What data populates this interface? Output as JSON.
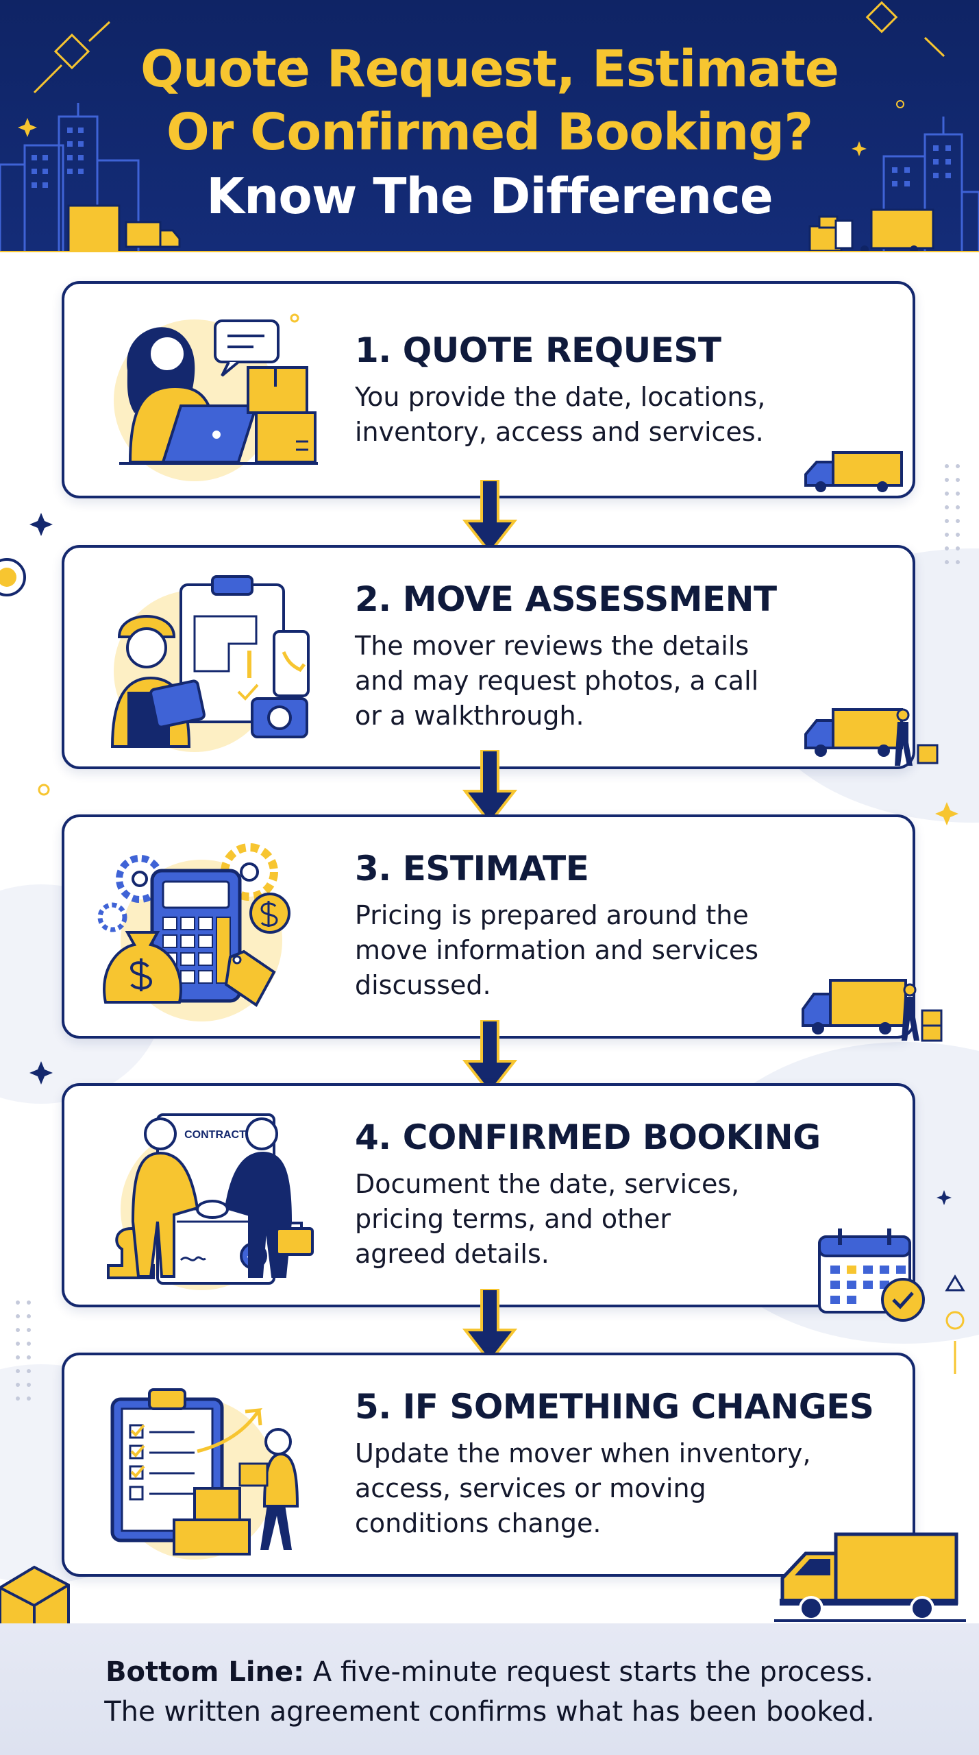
{
  "header": {
    "title_line1": "Quote Request, Estimate",
    "title_line2": "Or Confirmed Booking?",
    "title_line3": "Know The Difference"
  },
  "colors": {
    "navy": "#14286e",
    "yellow": "#f7c530",
    "header_bg": "#0f2465",
    "text": "#0f1a3c"
  },
  "steps": [
    {
      "title": "1. QUOTE REQUEST",
      "desc_lines": [
        "You provide the date, locations,",
        "inventory, access and services."
      ],
      "icon": "woman-laptop-icon"
    },
    {
      "title": "2. MOVE ASSESSMENT",
      "desc_lines": [
        "The mover reviews the details",
        "and may request photos, a call",
        "or a walkthrough."
      ],
      "icon": "mover-clipboard-icon"
    },
    {
      "title": "3. ESTIMATE",
      "desc_lines": [
        "Pricing is prepared around the",
        "move information and services",
        "discussed."
      ],
      "icon": "calculator-icon"
    },
    {
      "title": "4. CONFIRMED BOOKING",
      "desc_lines": [
        "Document the date, services,",
        "pricing terms, and other",
        "agreed details."
      ],
      "icon": "contract-handshake-icon",
      "badge_text": "CONTRACT"
    },
    {
      "title": "5. IF SOMETHING CHANGES",
      "desc_lines": [
        "Update the mover when inventory,",
        "access, services or moving",
        "conditions change."
      ],
      "icon": "checklist-icon"
    }
  ],
  "footer": {
    "bold_label": "Bottom Line:",
    "line1_rest": " A five-minute request starts the process.",
    "line2": "The written agreement confirms what has been booked."
  }
}
